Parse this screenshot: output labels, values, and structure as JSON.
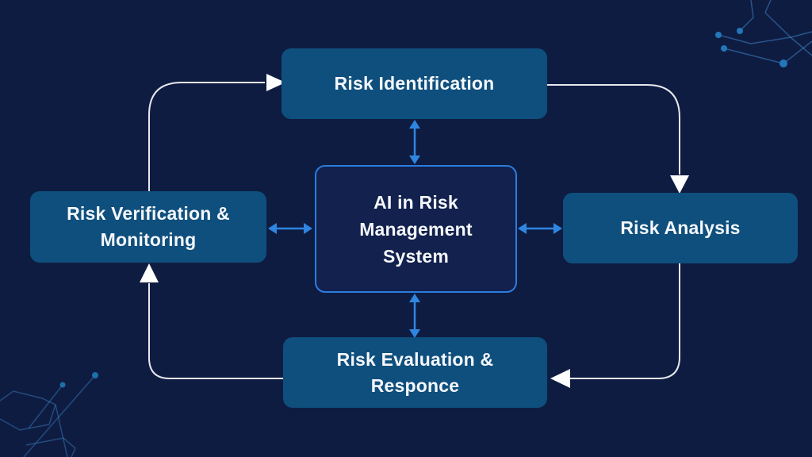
{
  "page": {
    "title": "AI in Risk Management System",
    "type": "cycle-diagram"
  },
  "colors": {
    "background": "#0f1c42",
    "node_fill": "#0e4f7d",
    "center_fill": "#12214d",
    "center_border": "#2b7dde",
    "blue_arrow": "#2e86e0",
    "cycle_line": "#e8e9ee",
    "cycle_arrowhead": "#ffffff",
    "text": "#f5f7fb",
    "circuit_decoration": "#2a6ea6"
  },
  "diagram": {
    "center": {
      "id": "ai-risk-management-system",
      "label": "AI in Risk Management System"
    },
    "nodes": [
      {
        "id": "risk-identification",
        "label": "Risk Identification",
        "position": "top"
      },
      {
        "id": "risk-analysis",
        "label": "Risk Analysis",
        "position": "right"
      },
      {
        "id": "risk-evaluation-responce",
        "label": "Risk Evaluation & Responce",
        "position": "bottom"
      },
      {
        "id": "risk-verification-monitoring",
        "label": "Risk Verification & Monitoring",
        "position": "left"
      }
    ],
    "cycle": {
      "direction": "clockwise",
      "arrows": [
        "risk-verification-monitoring -> risk-identification",
        "risk-identification -> risk-analysis",
        "risk-analysis -> risk-evaluation-responce",
        "risk-evaluation-responce -> risk-verification-monitoring"
      ]
    },
    "center_connections": "bidirectional arrows between center and each outer node"
  }
}
